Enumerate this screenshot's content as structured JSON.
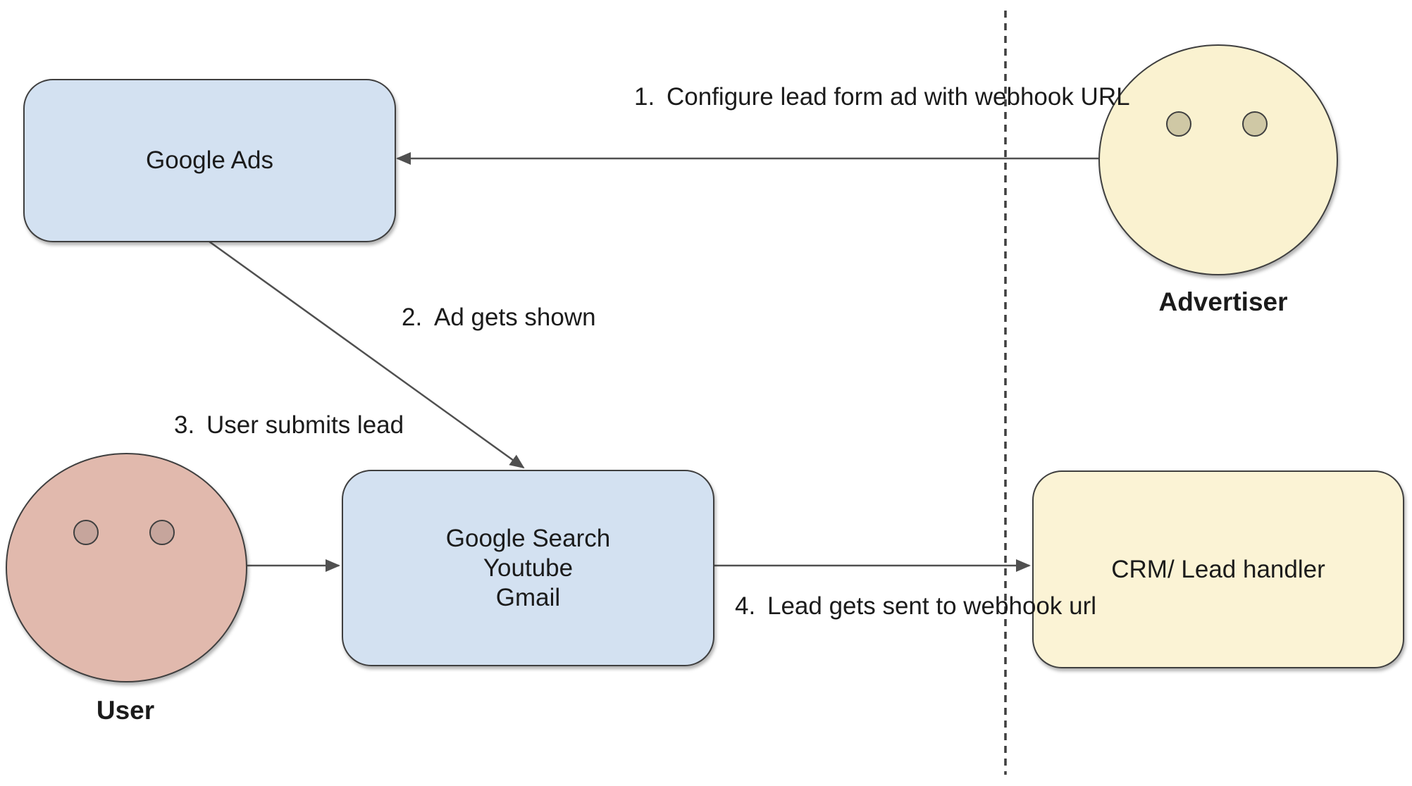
{
  "diagram": {
    "title_semantic": "Google Ads lead form webhook flow",
    "nodes": {
      "google_ads": {
        "label": "Google Ads",
        "fill": "#d3e1f1"
      },
      "google_surfaces": {
        "lines": [
          "Google Search",
          "Youtube",
          "Gmail"
        ],
        "fill": "#d3e1f1"
      },
      "crm": {
        "label": "CRM/ Lead handler",
        "fill": "#fbf3d5"
      }
    },
    "actors": {
      "user": {
        "label": "User",
        "face_fill": "#e1b9ad",
        "eye_fill": "#c6a59c"
      },
      "advertiser": {
        "label": "Advertiser",
        "face_fill": "#faf2d0",
        "eye_fill": "#cfc8a5"
      }
    },
    "steps": [
      {
        "num": "1.",
        "lines": [
          "Configure lead form ad with",
          "webhook URL"
        ]
      },
      {
        "num": "2.",
        "lines": [
          "Ad gets shown"
        ]
      },
      {
        "num": "3.",
        "lines": [
          "User submits lead"
        ]
      },
      {
        "num": "4.",
        "lines": [
          "Lead gets sent to",
          "webhook url"
        ]
      }
    ],
    "colors": {
      "outline": "#3f3f3f",
      "arrow": "#505050",
      "dashed_divider": "#3f3f3f",
      "text": "#1b1b1b",
      "background": "#ffffff"
    }
  }
}
